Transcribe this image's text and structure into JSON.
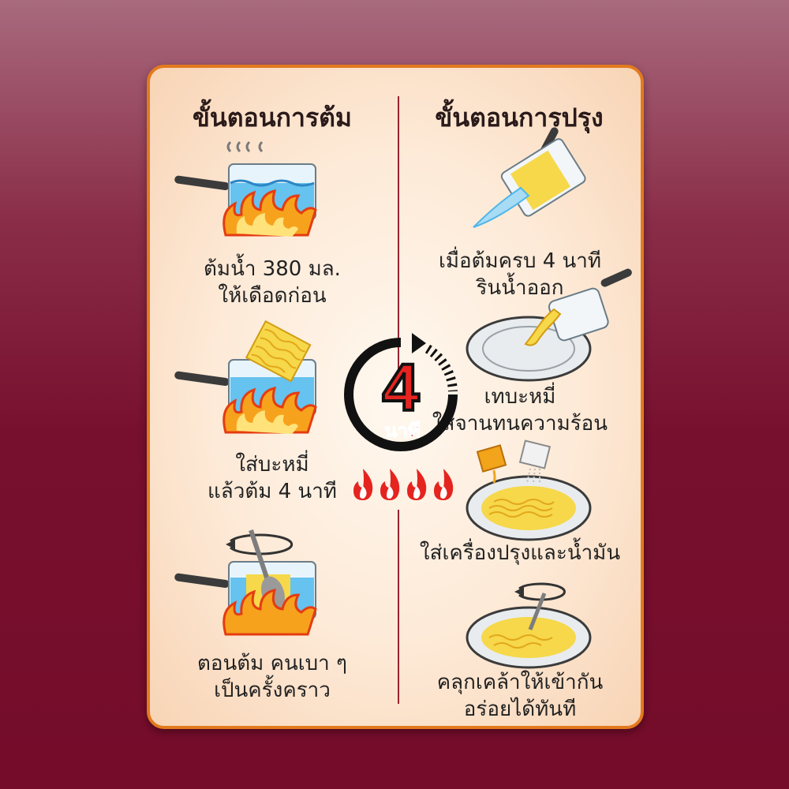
{
  "left_column": {
    "title": "ขั้นตอนการต้ม",
    "steps": [
      {
        "line1": "ต้มน้ำ 380 มล.",
        "line2": "ให้เดือดก่อน"
      },
      {
        "line1": "ใส่บะหมี่",
        "line2": "แล้วต้ม 4 นาที"
      },
      {
        "line1": "ตอนต้ม คนเบา ๆ",
        "line2": "เป็นครั้งคราว"
      }
    ]
  },
  "right_column": {
    "title": "ขั้นตอนการปรุง",
    "steps": [
      {
        "line1": "เมื่อต้มครบ 4 นาที",
        "line2": "รินน้ำออก"
      },
      {
        "line1": "เทบะหมี่",
        "line2": "ใส่จานทนความร้อน"
      },
      {
        "line1": "ใส่เครื่องปรุงและน้ำมัน",
        "line2": ""
      },
      {
        "line1": "คลุกเคล้าให้เข้ากัน",
        "line2": "อร่อยได้ทันที"
      }
    ]
  },
  "timer": {
    "number": "4",
    "unit": "นาที",
    "heat_level": 4
  },
  "colors": {
    "accent": "#e52420",
    "frame": "#e27a1e",
    "noodle": "#f6d84a",
    "water": "#4fb6ea",
    "flame": "#f7a21d"
  }
}
